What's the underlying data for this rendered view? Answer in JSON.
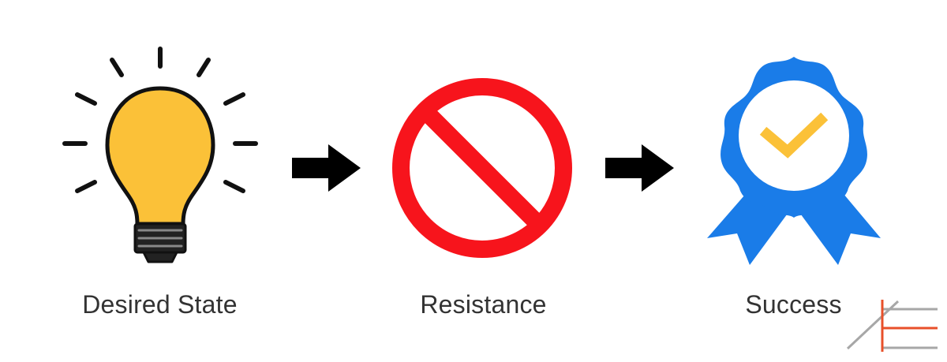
{
  "stages": [
    {
      "label": "Desired State",
      "icon": "lightbulb-icon"
    },
    {
      "label": "Resistance",
      "icon": "prohibition-icon"
    },
    {
      "label": "Success",
      "icon": "award-ribbon-icon"
    }
  ],
  "connectors": [
    "arrow-right-icon",
    "arrow-right-icon"
  ],
  "logo": {
    "text": "AE",
    "icon": "ae-monogram-logo"
  },
  "colors": {
    "bulb": "#FBC138",
    "outline": "#111111",
    "prohibition": "#F7141C",
    "ribbon": "#1A7CE8",
    "check": "#FBC138",
    "logo_gray": "#A7A7A7",
    "logo_orange": "#E8502A",
    "text": "#333333"
  }
}
